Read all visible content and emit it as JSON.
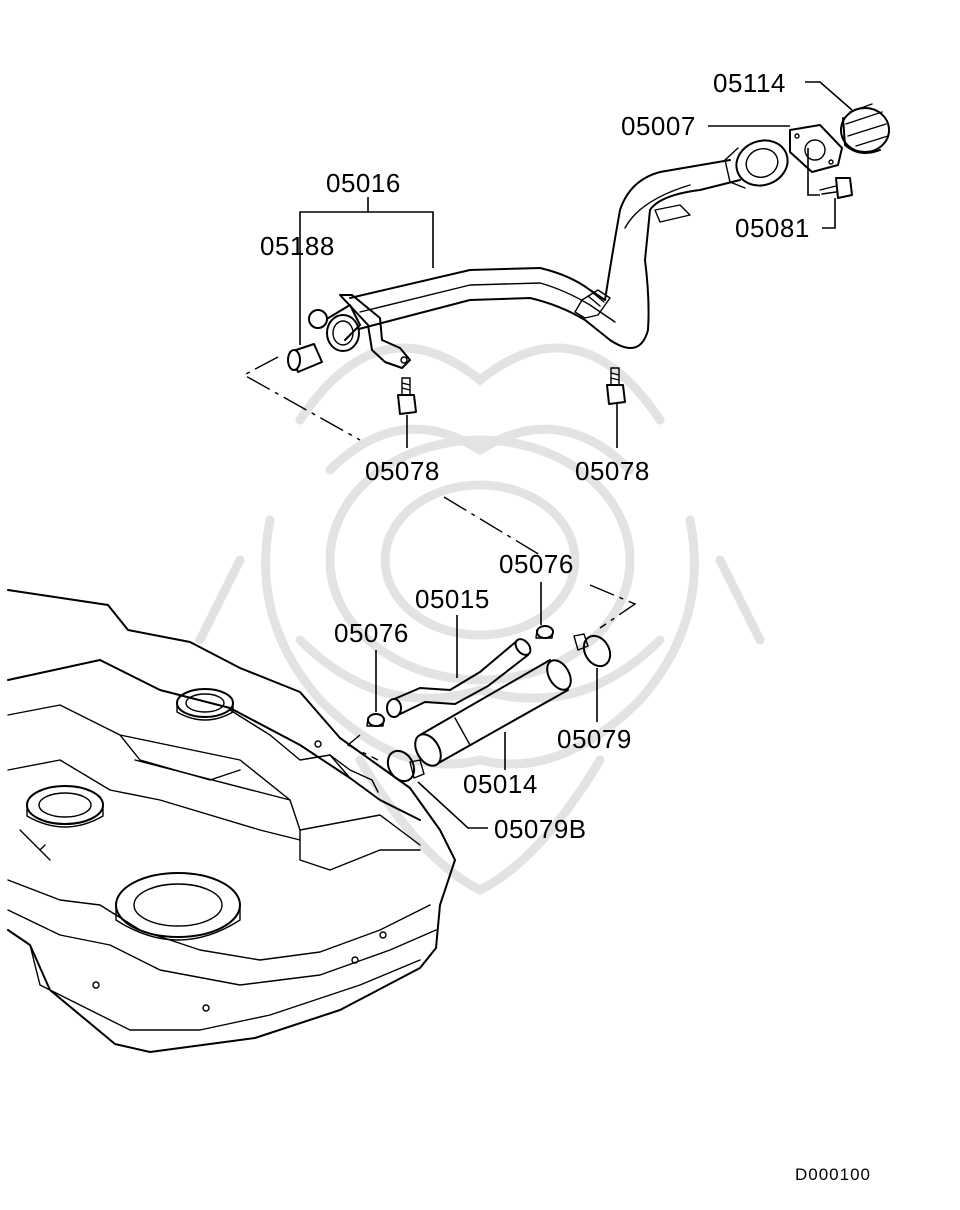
{
  "diagram_ref": "D000100",
  "labels": {
    "p05114": "05114",
    "p05007": "05007",
    "p05016": "05016",
    "p05188": "05188",
    "p05081": "05081",
    "p05078_left": "05078",
    "p05078_right": "05078",
    "p05076_top": "05076",
    "p05015": "05015",
    "p05076_left": "05076",
    "p05079": "05079",
    "p05014": "05014",
    "p05079b": "05079B"
  }
}
